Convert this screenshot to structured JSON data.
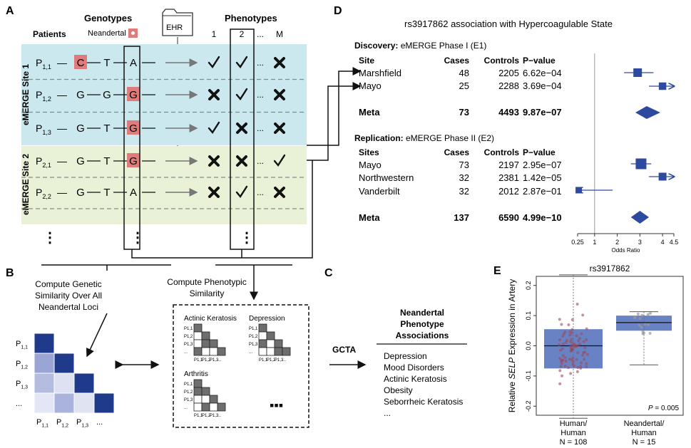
{
  "panelA": {
    "label": "A",
    "genotypes_header": "Genotypes",
    "patients_header": "Patients",
    "neandertal_key": "Neandertal =",
    "ehr_label": "EHR",
    "phenotypes_header": "Phenotypes",
    "phenotype_columns": [
      "1",
      "2",
      "...",
      "M"
    ],
    "site1_label": "eMERGE Site 1",
    "site2_label": "eMERGE Site 2",
    "rows": [
      {
        "patient": "P",
        "sub": "1,1",
        "alleles": [
          "C",
          "T",
          "A"
        ],
        "nean": [
          true,
          false,
          false
        ],
        "phen": [
          "check",
          "check",
          "cross"
        ]
      },
      {
        "patient": "P",
        "sub": "1,2",
        "alleles": [
          "G",
          "G",
          "G"
        ],
        "nean": [
          false,
          false,
          true
        ],
        "phen": [
          "cross",
          "check",
          "cross"
        ]
      },
      {
        "patient": "P",
        "sub": "1,3",
        "alleles": [
          "G",
          "T",
          "G"
        ],
        "nean": [
          false,
          false,
          true
        ],
        "phen": [
          "check",
          "cross",
          "cross"
        ]
      },
      {
        "patient": "P",
        "sub": "2,1",
        "alleles": [
          "G",
          "T",
          "G"
        ],
        "nean": [
          false,
          false,
          true
        ],
        "phen": [
          "cross",
          "cross",
          "check"
        ]
      },
      {
        "patient": "P",
        "sub": "2,2",
        "alleles": [
          "G",
          "T",
          "A"
        ],
        "nean": [
          false,
          false,
          false
        ],
        "phen": [
          "cross",
          "check",
          "cross"
        ]
      }
    ],
    "ellipsis_dots": "⋮",
    "row_ellipsis": "..."
  },
  "panelB": {
    "label": "B",
    "genetic_text": [
      "Compute Genetic",
      "Similarity Over All",
      "Neandertal Loci"
    ],
    "phenotypic_text": [
      "Compute Phenotypic",
      "Similarity"
    ],
    "matrix_row_labels": [
      [
        "P",
        "1,1"
      ],
      [
        "P",
        "1,2"
      ],
      [
        "P",
        "1,3"
      ],
      [
        "...",
        ""
      ]
    ],
    "matrix_col_labels": [
      [
        "P",
        "1,1"
      ],
      [
        "P",
        "1,2"
      ],
      [
        "P",
        "1,3"
      ],
      [
        "...",
        ""
      ]
    ],
    "small_matrices": [
      "Actinic Keratosis",
      "Depression",
      "Arthritis"
    ],
    "small_row_labels": [
      "P1,1",
      "P1,2",
      "P1,3",
      "..."
    ],
    "small_col_labels": [
      "P1,1",
      "P1,2",
      "P1,3",
      "..."
    ],
    "more": "▪▪▪"
  },
  "panelC": {
    "label": "C",
    "method": "GCTA",
    "title_lines": [
      "Neandertal",
      "Phenotype",
      "Associations"
    ],
    "items": [
      "Depression",
      "Mood Disorders",
      "Actinic Keratosis",
      "Obesity",
      "Seborrheic Keratosis",
      "..."
    ]
  },
  "panelD": {
    "label": "D",
    "title": "rs3917862 association with Hypercoagulable State",
    "discovery_bold": "Discovery:",
    "discovery_rest": " eMERGE Phase I (E1)",
    "replication_bold": "Replication:",
    "replication_rest": " eMERGE Phase II (E2)",
    "discovery_headers": [
      "Site",
      "Cases",
      "Controls",
      "P−value"
    ],
    "replication_headers": [
      "Sites",
      "Cases",
      "Controls",
      "P−value"
    ],
    "xlabel": "Odds Ratio",
    "ticks": [
      "0.25",
      "1",
      "2",
      "3",
      "4",
      "4.5"
    ],
    "discovery_rows": [
      {
        "site": "Marshfield",
        "cases": "48",
        "controls": "2205",
        "p": "6.62e−04"
      },
      {
        "site": "Mayo",
        "cases": "25",
        "controls": "2288",
        "p": "3.69e−04"
      }
    ],
    "discovery_meta": {
      "site": "Meta",
      "cases": "73",
      "controls": "4493",
      "p": "9.87e−07"
    },
    "replication_rows": [
      {
        "site": "Mayo",
        "cases": "73",
        "controls": "2197",
        "p": "2.95e−07"
      },
      {
        "site": "Northwestern",
        "cases": "32",
        "controls": "2381",
        "p": "1.42e−05"
      },
      {
        "site": "Vanderbilt",
        "cases": "32",
        "controls": "2012",
        "p": "2.87e−01"
      }
    ],
    "replication_meta": {
      "site": "Meta",
      "cases": "137",
      "controls": "6590",
      "p": "4.99e−10"
    }
  },
  "panelE": {
    "label": "E",
    "pvalue_prefix": "P",
    "pvalue_rest": " = 0.005"
  },
  "colors": {
    "site1_bg": "#cbe8ef",
    "site2_bg": "#e9f2d6",
    "neandertal": "#e07b7b",
    "forest": "#2e4a9e",
    "box": "#4f6cb8",
    "matrix_dark": "#1f3a8a"
  },
  "chart_data": [
    {
      "type": "forest",
      "title": "rs3917862 association with Hypercoagulable State",
      "xlabel": "Odds Ratio",
      "xlim": [
        0.25,
        4.5
      ],
      "x_ticks": [
        0.25,
        1,
        2,
        3,
        4,
        4.5
      ],
      "studies": [
        {
          "site": "Marshfield",
          "or": 2.9,
          "lo": 2.3,
          "hi": 3.6,
          "weight": 0.7,
          "arrow": false
        },
        {
          "site": "Mayo",
          "or": 4.0,
          "lo": 3.4,
          "hi": 4.5,
          "weight": 0.55,
          "arrow": true
        },
        {
          "site": "Meta",
          "or": 3.3,
          "lo": 2.8,
          "hi": 3.9,
          "diamond": true
        },
        {
          "site": "Mayo",
          "or": 3.05,
          "lo": 2.6,
          "hi": 3.5,
          "weight": 1.0,
          "arrow": false
        },
        {
          "site": "Northwestern",
          "or": 4.0,
          "lo": 3.4,
          "hi": 4.5,
          "weight": 0.6,
          "arrow": true
        },
        {
          "site": "Vanderbilt",
          "or": 0.3,
          "lo": 0.25,
          "hi": 1.8,
          "weight": 0.4,
          "arrow": true
        },
        {
          "site": "Meta",
          "or": 3.0,
          "lo": 2.6,
          "hi": 3.4,
          "diamond": true
        }
      ]
    },
    {
      "type": "box",
      "title": "rs3917862",
      "ylabel_pre": "Relative ",
      "ylabel_ital": "SELP",
      "ylabel_post": " Expression in Artery",
      "ylim": [
        -0.23,
        0.23
      ],
      "y_ticks": [
        0.2,
        0.1,
        0.0,
        -0.1,
        -0.2
      ],
      "groups": [
        {
          "label1": "Human/",
          "label2": "Human",
          "n": "N = 108",
          "q1": -0.075,
          "median": 0.0,
          "q3": 0.055,
          "whisker_lo": -0.24,
          "whisker_hi": 0.235
        },
        {
          "label1": "Neandertal/",
          "label2": "Human",
          "n": "N = 15",
          "q1": 0.05,
          "median": 0.077,
          "q3": 0.1,
          "whisker_lo": -0.063,
          "whisker_hi": 0.113
        }
      ],
      "p_value": "P = 0.005"
    }
  ]
}
